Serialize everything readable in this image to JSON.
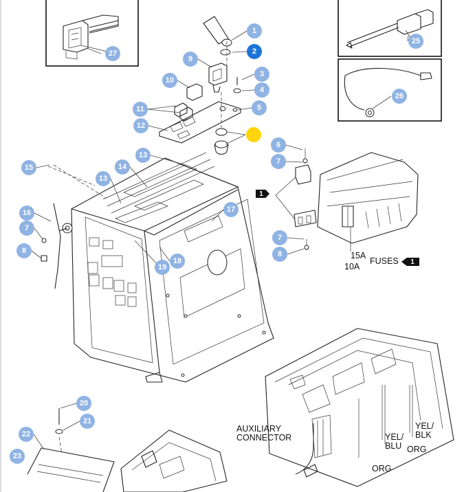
{
  "callouts": {
    "c1": "1",
    "c2": "2",
    "c3": "3",
    "c4": "4",
    "c5": "5",
    "c6": "6",
    "c7a": "7",
    "c7b": "7",
    "c7c": "7",
    "c8a": "8",
    "c8b": "8",
    "c9": "9",
    "c10": "10",
    "c11": "11",
    "c12": "12",
    "c13a": "13",
    "c13b": "13",
    "c14": "14",
    "c15": "15",
    "c16": "16",
    "c17": "17",
    "c18": "18",
    "c19": "19",
    "c20": "20",
    "c21": "21",
    "c22": "22",
    "c23": "23",
    "c25": "25",
    "c26": "26",
    "c27": "27"
  },
  "selected_callout": "2",
  "labels": {
    "amp_15": "15A",
    "amp_10": "10A",
    "fuses": "FUSES",
    "fuses_tag": "1",
    "detail_tag": "1",
    "auxiliary_connector": "AUXILIARY\nCONNECTOR",
    "yel_blu": "YEL/\nBLU",
    "yel_blk": "YEL/\nBLK",
    "org_a": "ORG",
    "org_b": "ORG"
  },
  "colors": {
    "callout": "#8fb3e3",
    "callout_selected": "#1e73d8",
    "marker": "#ffd50a",
    "line": "#222222"
  }
}
